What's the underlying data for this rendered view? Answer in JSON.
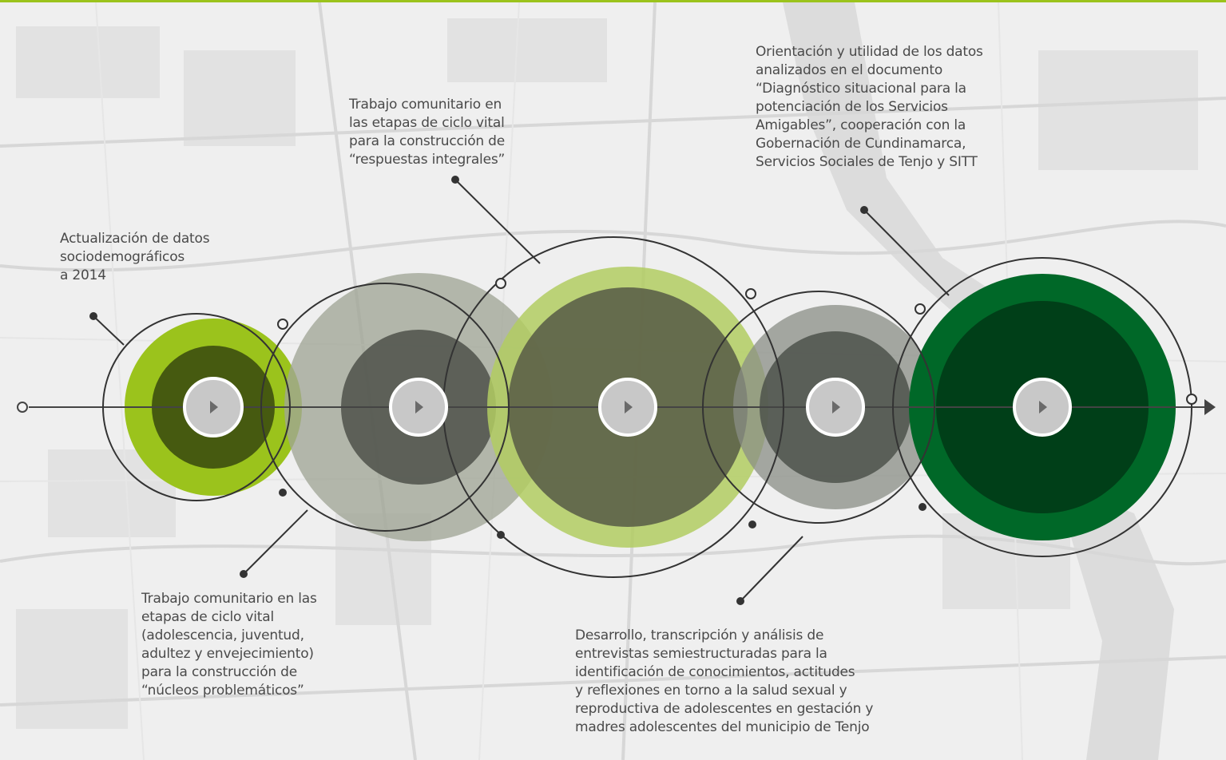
{
  "theme": {
    "accent_green": "#9bc31c",
    "dark_olive": "#465a10",
    "gray": "#8a8d86",
    "light_green": "#b2cc62",
    "dark_green": "#006828"
  },
  "timeline": {
    "milestones": [
      {
        "id": "m1",
        "text": "Actualización de datos\nsociodemográficos\na 2014",
        "color": "#9bc31c",
        "icon": "play-icon"
      },
      {
        "id": "m2",
        "text": "Trabajo comunitario en\nlas etapas de ciclo vital\npara la construcción de\n“respuestas integrales”",
        "color": "#8a8d86",
        "icon": "play-icon"
      },
      {
        "id": "m3",
        "text": "Orientación y utilidad de los datos\nanalizados en el documento\n“Diagnóstico situacional para la\npotenciación de los Servicios\nAmigables”, cooperación con la\nGobernación de Cundinamarca,\nServicios Sociales de Tenjo y SITT",
        "color": "#006828",
        "icon": "play-icon"
      },
      {
        "id": "m4",
        "text": "Trabajo comunitario en las\netapas de ciclo vital\n(adolescencia, juventud,\nadultez y envejecimiento)\npara la construcción de\n“núcleos problemáticos”",
        "color": "#8a8d86",
        "icon": "play-icon"
      },
      {
        "id": "m5",
        "text": "Desarrollo, transcripción y análisis de\nentrevistas semiestructuradas para la\nidentificación de conocimientos, actitudes\ny reflexiones en torno a la salud sexual y\nreproductiva de adolescentes en gestación y\nmadres adolescentes del municipio de Tenjo",
        "color": "#b2cc62",
        "icon": "play-icon"
      }
    ]
  }
}
